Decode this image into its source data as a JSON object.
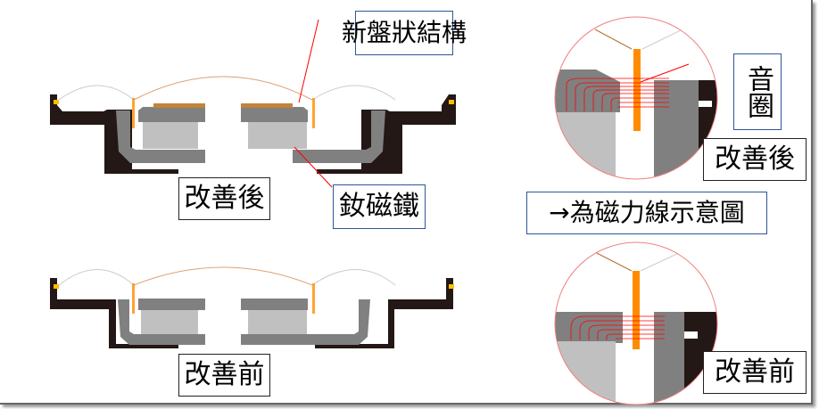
{
  "labels": {
    "new_disc_structure": "新盤狀結構",
    "neodymium_magnet": "釹磁鐵",
    "after_main": "改善後",
    "before_main": "改善前",
    "voice_coil": "音圈",
    "after_zoom": "改善後",
    "before_zoom": "改善前",
    "flux_legend": "→為磁力線示意圖"
  },
  "colors": {
    "frame": "#231815",
    "plate": "#808080",
    "magnet": "#c0c0c0",
    "disc": "#c0843c",
    "coil": "#ff8c00",
    "surround": "#ffc000",
    "flux": "#ff0000",
    "label_border_blue": "#2f5597"
  }
}
